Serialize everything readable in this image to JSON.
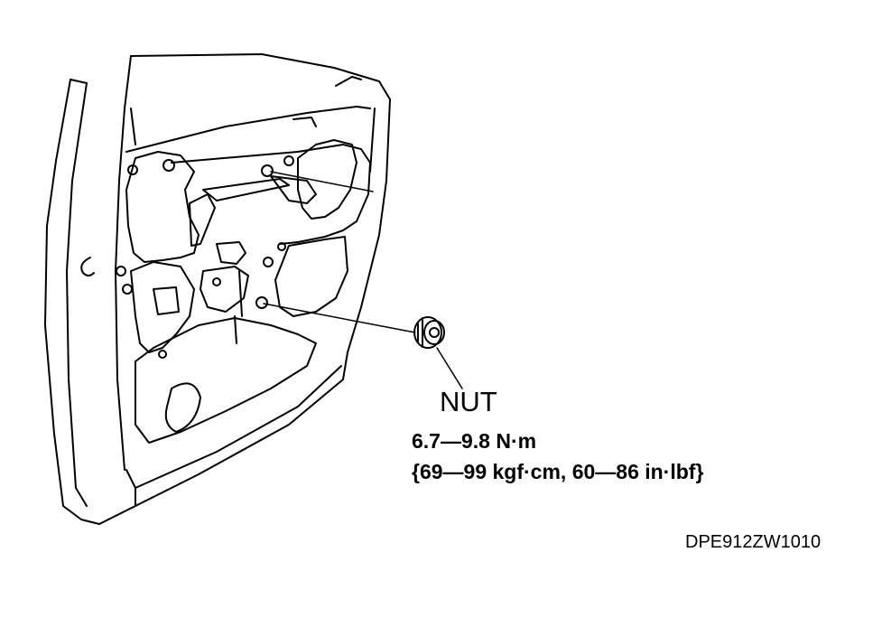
{
  "callout": {
    "part_name": "NUT",
    "torque_nm": "6.7—9.8 N·m",
    "torque_alt": "{69—99 kgf·cm, 60—86 in·lbf}"
  },
  "figure_code": "DPE912ZW1010",
  "colors": {
    "ink": "#000000",
    "paper": "#ffffff"
  }
}
